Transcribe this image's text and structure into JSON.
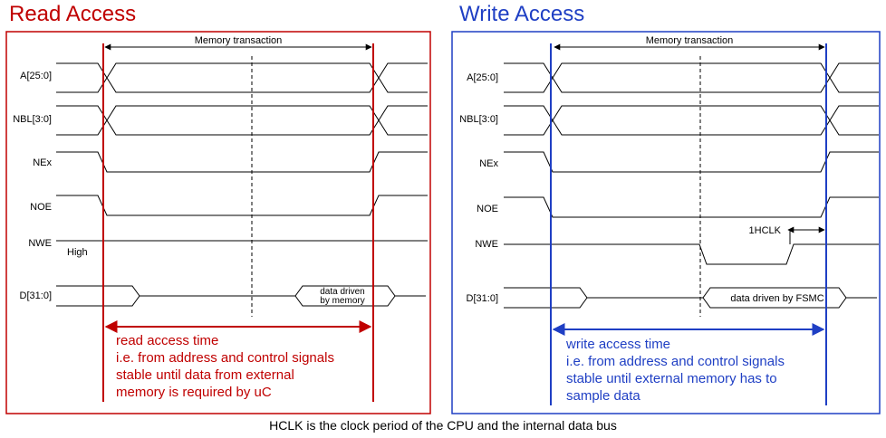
{
  "read": {
    "title": "Read Access",
    "memory_transaction": "Memory transaction",
    "signals": [
      "A[25:0]",
      "NBL[3:0]",
      "NEx",
      "NOE",
      "NWE",
      "D[31:0]"
    ],
    "nwe_note": "High",
    "data_label_line1": "data driven",
    "data_label_line2": "by memory",
    "desc": [
      "read access time",
      "i.e. from address and control signals",
      "stable until data from external",
      "memory is required by uC"
    ],
    "color": "#c00000"
  },
  "write": {
    "title": "Write Access",
    "memory_transaction": "Memory transaction",
    "signals": [
      "A[25:0]",
      "NBL[3:0]",
      "NEx",
      "NOE",
      "NWE",
      "D[31:0]"
    ],
    "hclk_label": "1HCLK",
    "data_label": "data driven by FSMC",
    "desc": [
      "write access time",
      "i.e. from address and control signals",
      "stable until external memory has to",
      "sample data"
    ],
    "color": "#1f3fc4"
  },
  "footer": "HCLK is the clock period of the CPU and the internal data bus"
}
